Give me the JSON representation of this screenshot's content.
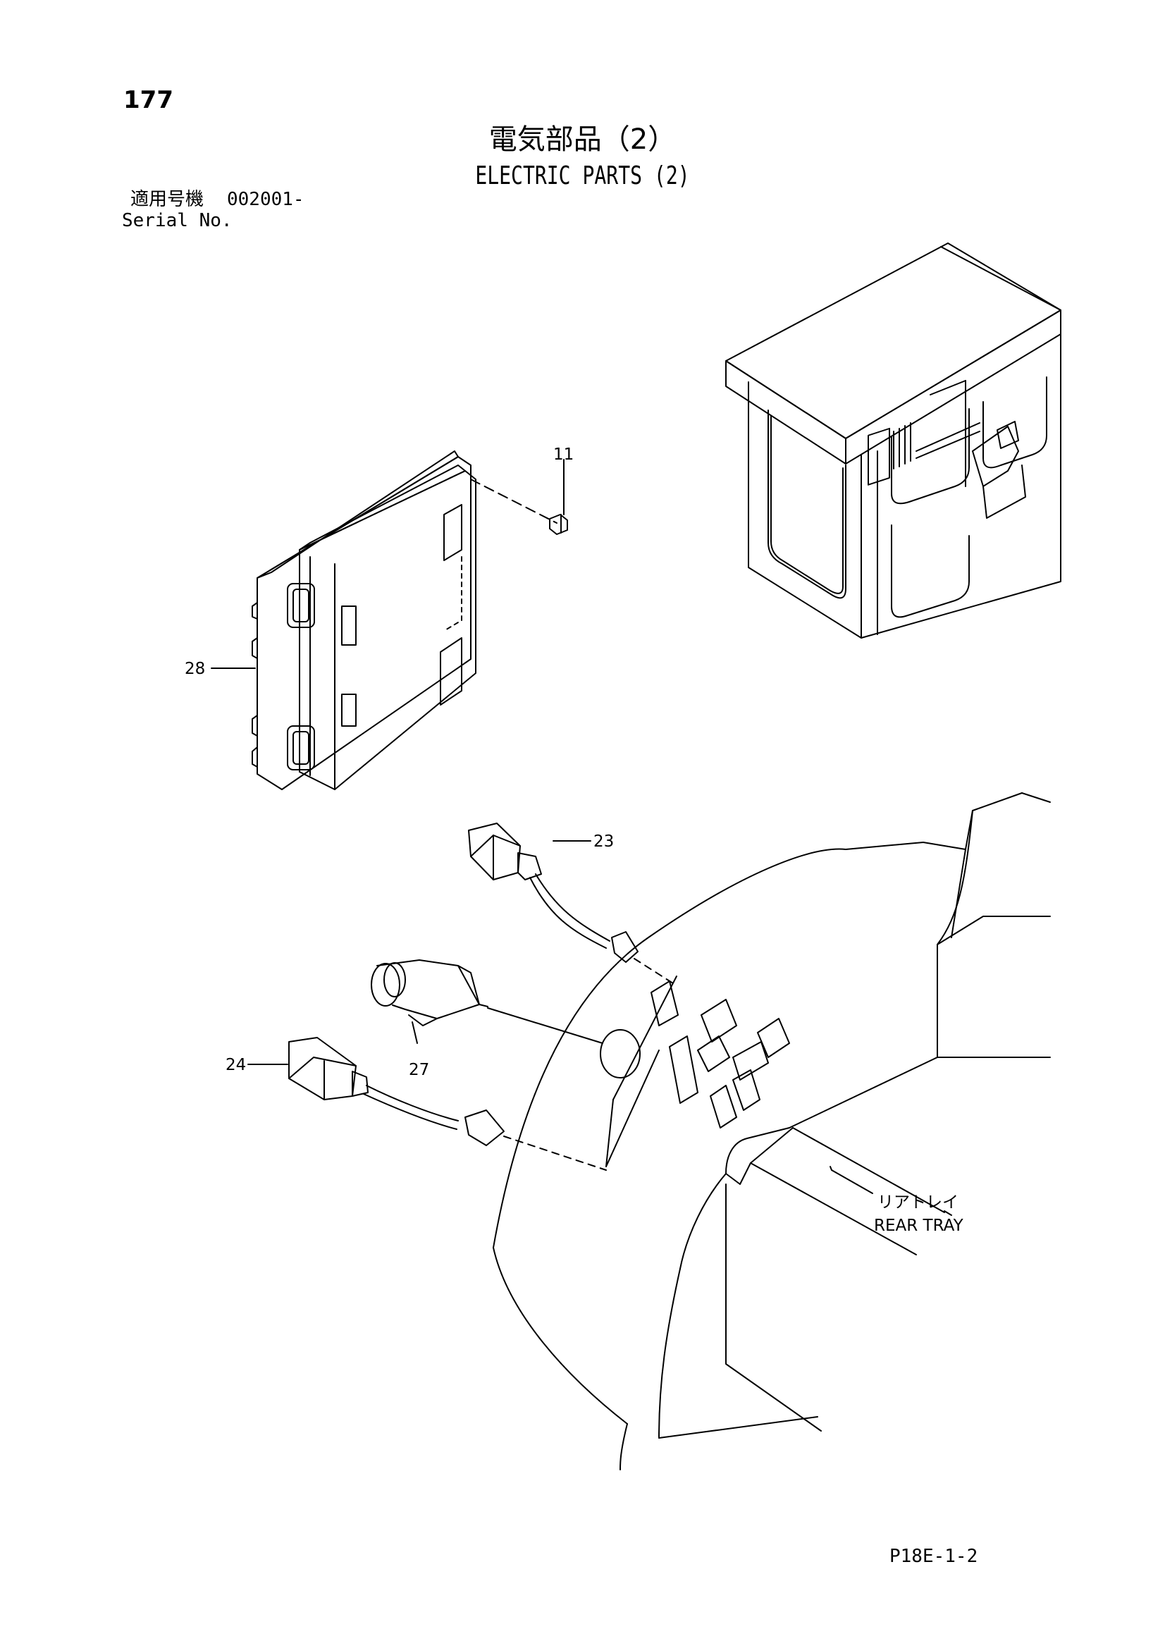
{
  "page_number": "177",
  "title": {
    "japanese": "電気部品（2）",
    "english": "ELECTRIC PARTS (2)"
  },
  "serial": {
    "label_japanese": "適用号機",
    "range": "002001-",
    "label_english": "Serial No."
  },
  "callouts": {
    "p11": "11",
    "p23": "23",
    "p24": "24",
    "p27": "27",
    "p28": "28"
  },
  "rear_tray": {
    "japanese": "リアトレイ",
    "english": "REAR TRAY"
  },
  "reference_code": "P18E-1-2"
}
